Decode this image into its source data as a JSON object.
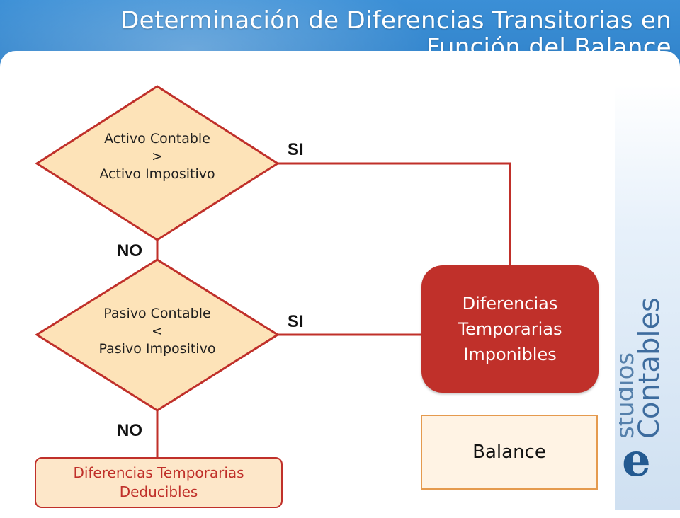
{
  "slide": {
    "title_line1": "Determinación de Diferencias Transitorias en",
    "title_line2": "Función del Balance"
  },
  "decision1": {
    "line1": "Activo Contable",
    "line2": ">",
    "line3": "Activo Impositivo"
  },
  "decision2": {
    "line1": "Pasivo Contable",
    "line2": "<",
    "line3": "Pasivo Impositivo"
  },
  "labels": {
    "si1": "SI",
    "no1": "NO",
    "si2": "SI",
    "no2": "NO"
  },
  "result_imponibles": {
    "line1": "Diferencias",
    "line2": "Temporarias",
    "line3": "Imponibles"
  },
  "result_deducibles": {
    "line1": "Diferencias Temporarias",
    "line2": "Deducibles"
  },
  "legend": {
    "balance": "Balance"
  },
  "brand": {
    "letter": "e",
    "word1": "studios",
    "word2": "Contables"
  },
  "colors": {
    "diamond_fill": "#fde3b8",
    "diamond_stroke": "#c0302a",
    "connector": "#c0302a",
    "result_red": "#c0302a",
    "legend_fill": "#fff3e4",
    "legend_border": "#e59a4e",
    "header_blue": "#1e6cb5"
  }
}
